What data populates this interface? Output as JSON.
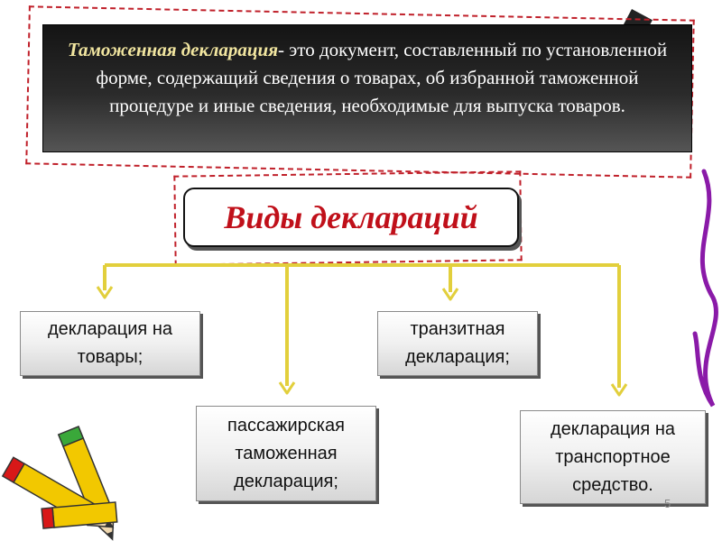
{
  "definition": {
    "term": "Таможенная декларация",
    "text": "- это документ, составленный по установленной форме, содержащий сведения о товарах, об избранной таможенной процедуре и иные сведения, необходимые для выпуска товаров."
  },
  "title": "Виды деклараций",
  "items": [
    "декларация на товары;",
    "пассажирская таможенная декларация;",
    "транзитная декларация;",
    "декларация на транспортное средство."
  ],
  "page_number": "5",
  "colors": {
    "accent_red": "#c0101a",
    "connector_yellow": "#e2cf3c",
    "term_yellow": "#f2e6a0"
  },
  "icons": [
    "pen-icon",
    "pencils-icon"
  ]
}
